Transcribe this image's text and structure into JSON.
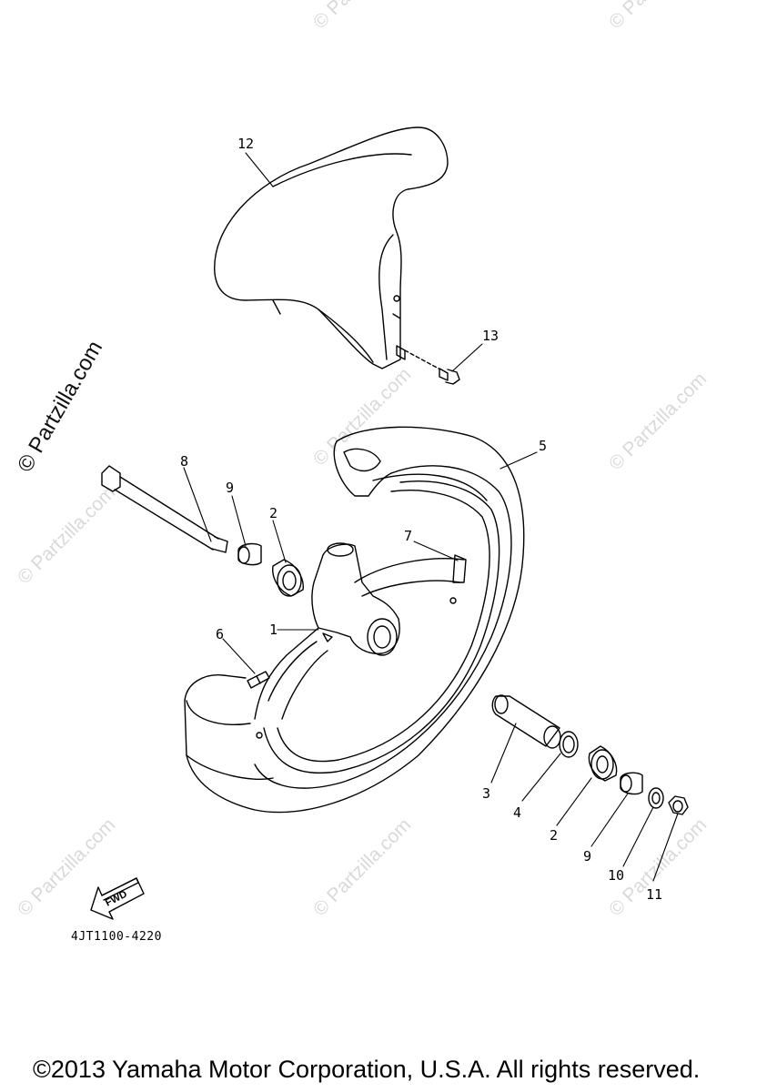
{
  "watermark": "© Partzilla.com",
  "copyright": "©2013 Yamaha Motor Corporation, U.S.A. All rights reserved.",
  "diagram_ref": "4JT1100-4220",
  "fwd_label": "FWD",
  "callouts": {
    "c1": "1",
    "c2a": "2",
    "c2b": "2",
    "c3": "3",
    "c4": "4",
    "c5": "5",
    "c6": "6",
    "c7": "7",
    "c8": "8",
    "c9a": "9",
    "c9b": "9",
    "c10": "10",
    "c11": "11",
    "c12": "12",
    "c13": "13"
  }
}
